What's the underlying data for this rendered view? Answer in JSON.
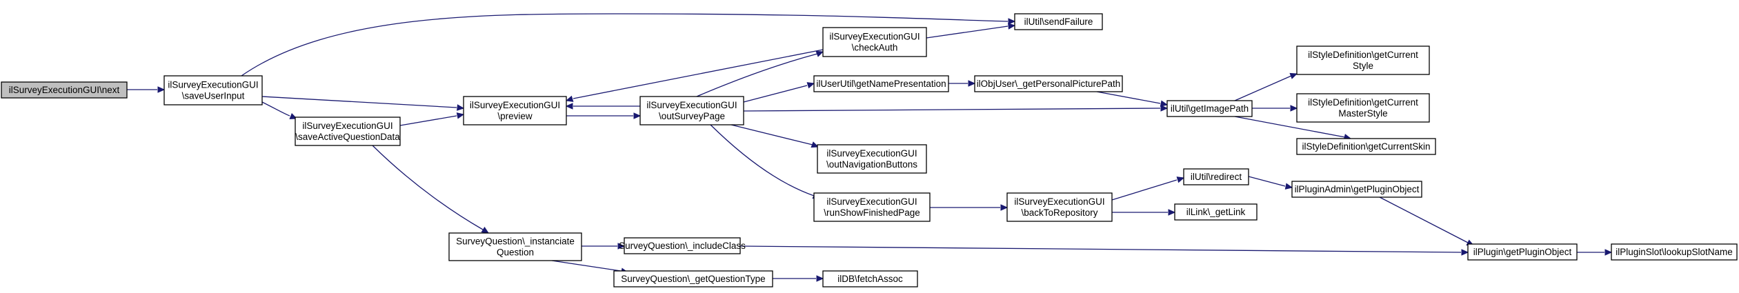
{
  "graph": {
    "nodes": {
      "next": [
        "ilSurveyExecutionGUI\\next"
      ],
      "saveUserInput": [
        "ilSurveyExecutionGUI",
        "\\saveUserInput"
      ],
      "saveActiveQuestionData": [
        "ilSurveyExecutionGUI",
        "\\saveActiveQuestionData"
      ],
      "preview": [
        "ilSurveyExecutionGUI",
        "\\preview"
      ],
      "outSurveyPage": [
        "ilSurveyExecutionGUI",
        "\\outSurveyPage"
      ],
      "checkAuth": [
        "ilSurveyExecutionGUI",
        "\\checkAuth"
      ],
      "sendFailure": [
        "ilUtil\\sendFailure"
      ],
      "getNamePresentation": [
        "ilUserUtil\\getNamePresentation"
      ],
      "getPersonalPicturePath": [
        "ilObjUser\\_getPersonalPicturePath"
      ],
      "getImagePath": [
        "ilUtil\\getImagePath"
      ],
      "getCurrentStyle": [
        "ilStyleDefinition\\getCurrent",
        "Style"
      ],
      "getCurrentMasterStyle": [
        "ilStyleDefinition\\getCurrent",
        "MasterStyle"
      ],
      "getCurrentSkin": [
        "ilStyleDefinition\\getCurrentSkin"
      ],
      "outNavigationButtons": [
        "ilSurveyExecutionGUI",
        "\\outNavigationButtons"
      ],
      "runShowFinishedPage": [
        "ilSurveyExecutionGUI",
        "\\runShowFinishedPage"
      ],
      "backToRepository": [
        "ilSurveyExecutionGUI",
        "\\backToRepository"
      ],
      "redirect": [
        "ilUtil\\redirect"
      ],
      "getLink": [
        "ilLink\\_getLink"
      ],
      "adminGetPluginObject": [
        "ilPluginAdmin\\getPluginObject"
      ],
      "pluginGetPluginObject": [
        "ilPlugin\\getPluginObject"
      ],
      "lookupSlotName": [
        "ilPluginSlot\\lookupSlotName"
      ],
      "instanciateQuestion": [
        "SurveyQuestion\\_instanciate",
        "Question"
      ],
      "includeClass": [
        "SurveyQuestion\\_includeClass"
      ],
      "getQuestionType": [
        "SurveyQuestion\\_getQuestionType"
      ],
      "fetchAssoc": [
        "ilDB\\fetchAssoc"
      ]
    }
  }
}
